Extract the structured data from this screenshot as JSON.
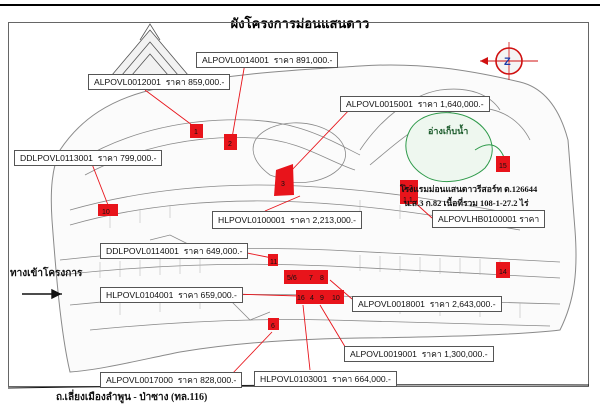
{
  "title": "ผังโครงการม่อนแสนดาว",
  "compass_letter": "Z",
  "labels": {
    "entrance": "ทางเข้าโครงการ",
    "reservoir": "อ่างเก็บน้ำ",
    "hotel_line1": "โรงแรมม่อนแสนดาวรีสอร์ท ต.126644",
    "hotel_line2": "น.ส.3 ก.82 เนื้อที่รวม 108-1-27.2 ไร่",
    "road": "ถ.เลี่ยงเมืองลำพูน - ป่าซาง (ทล.116)"
  },
  "callouts": [
    {
      "code": "ALPOVL0012001",
      "price": "ราคา 859,000.-"
    },
    {
      "code": "ALPOVL0014001",
      "price": "ราคา 891,000.-"
    },
    {
      "code": "ALPOVL0015001",
      "price": "ราคา 1,640,000.-"
    },
    {
      "code": "DDLPOVL0113001",
      "price": "ราคา 799,000.-"
    },
    {
      "code": "HLPOVL0100001",
      "price": "ราคา 2,213,000.-"
    },
    {
      "code": "ALPOVLHB0100001",
      "price": "ราคา"
    },
    {
      "code": "DDLPOVL0114001",
      "price": "ราคา 649,000.-"
    },
    {
      "code": "HLPOVL0104001",
      "price": "ราคา 659,000.-"
    },
    {
      "code": "ALPOVL0018001",
      "price": "ราคา 2,643,000.-"
    },
    {
      "code": "ALPOVL0019001",
      "price": "ราคา 1,300,000.-"
    },
    {
      "code": "ALPOVL0017000",
      "price": "ราคา 828,000.-"
    },
    {
      "code": "HLPOVL0103001",
      "price": "ราคา 664,000.-"
    }
  ],
  "plots": [
    "1",
    "2",
    "3",
    "1.2",
    "1.1",
    "10",
    "11",
    "5/6",
    "7",
    "8",
    "9",
    "10",
    "16",
    "4",
    "15",
    "14",
    "6"
  ],
  "colors": {
    "plot": "#e8141b",
    "leader": "#e8141b",
    "compass": "#d01010",
    "map_line": "#8a8a8a",
    "park": "#2e9a4a"
  }
}
